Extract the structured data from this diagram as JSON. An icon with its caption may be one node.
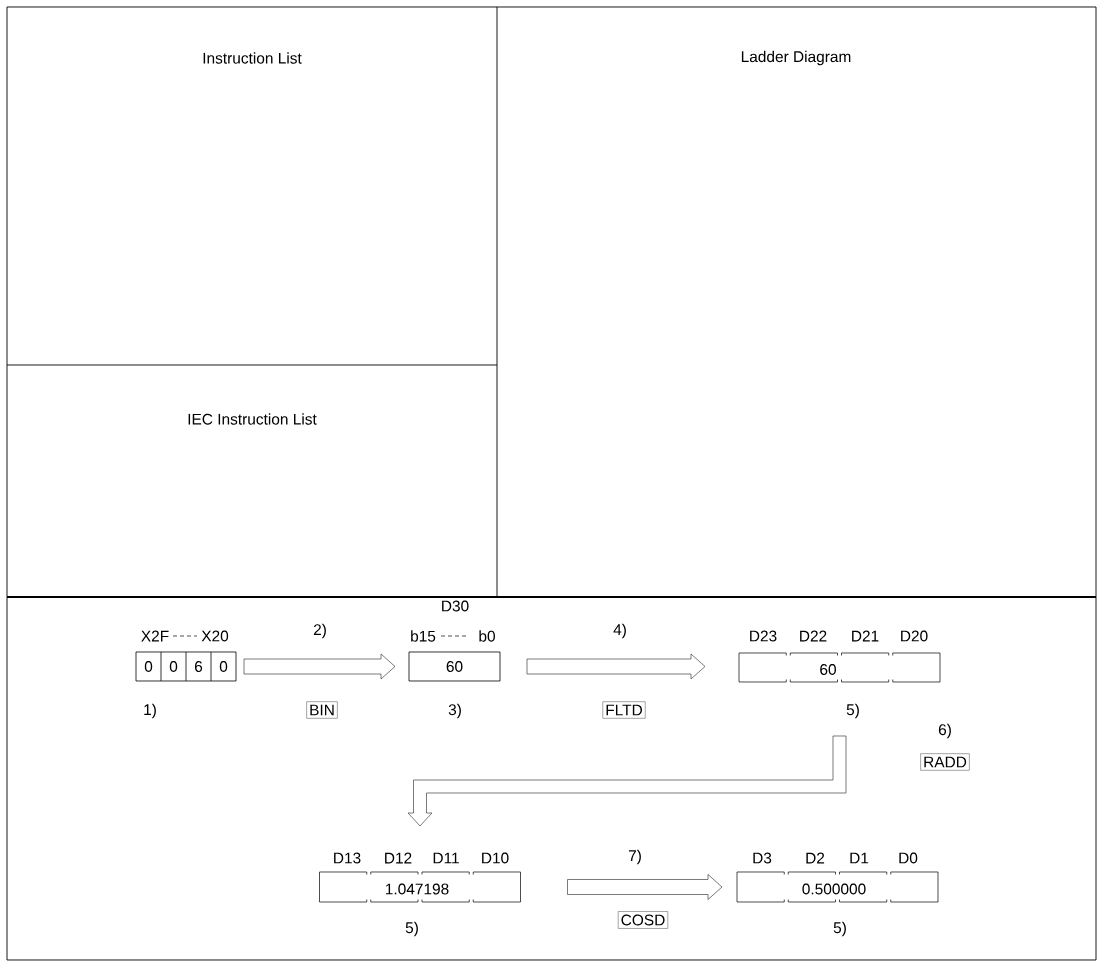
{
  "diagram": {
    "nodes": [
      {
        "text": [
          "0",
          "0",
          "6",
          "0"
        ],
        "beside": [
          "X2F",
          "X20",
          "1)"
        ]
      },
      {
        "text": [
          "60"
        ],
        "beside": [
          "D30",
          "b15",
          "b0",
          "3)"
        ]
      },
      {
        "text": [
          "60"
        ],
        "beside": [
          "D23",
          "D22",
          "D21",
          "D20",
          "5)"
        ]
      },
      {
        "text": [
          "1.047198"
        ],
        "beside": [
          "D13",
          "D12",
          "D11",
          "D10",
          "5)"
        ]
      },
      {
        "text": [
          "0.500000"
        ],
        "beside": [
          "D3",
          "D2",
          "D1",
          "D0",
          "5)"
        ]
      }
    ],
    "edges": [
      {
        "from": 0,
        "to": 1,
        "arrow": "to",
        "label": "BIN"
      },
      {
        "from": 1,
        "to": 2,
        "arrow": "to",
        "label": "FLTD"
      },
      {
        "from": 2,
        "to": 3,
        "arrow": "to"
      },
      {
        "from": 3,
        "to": 4,
        "arrow": "to",
        "label": "COSD"
      }
    ],
    "labels": [
      "Instruction List",
      "Ladder Diagram",
      "IEC Instruction List",
      "2)",
      "4)",
      "6)",
      "RADD",
      "7)"
    ]
  }
}
